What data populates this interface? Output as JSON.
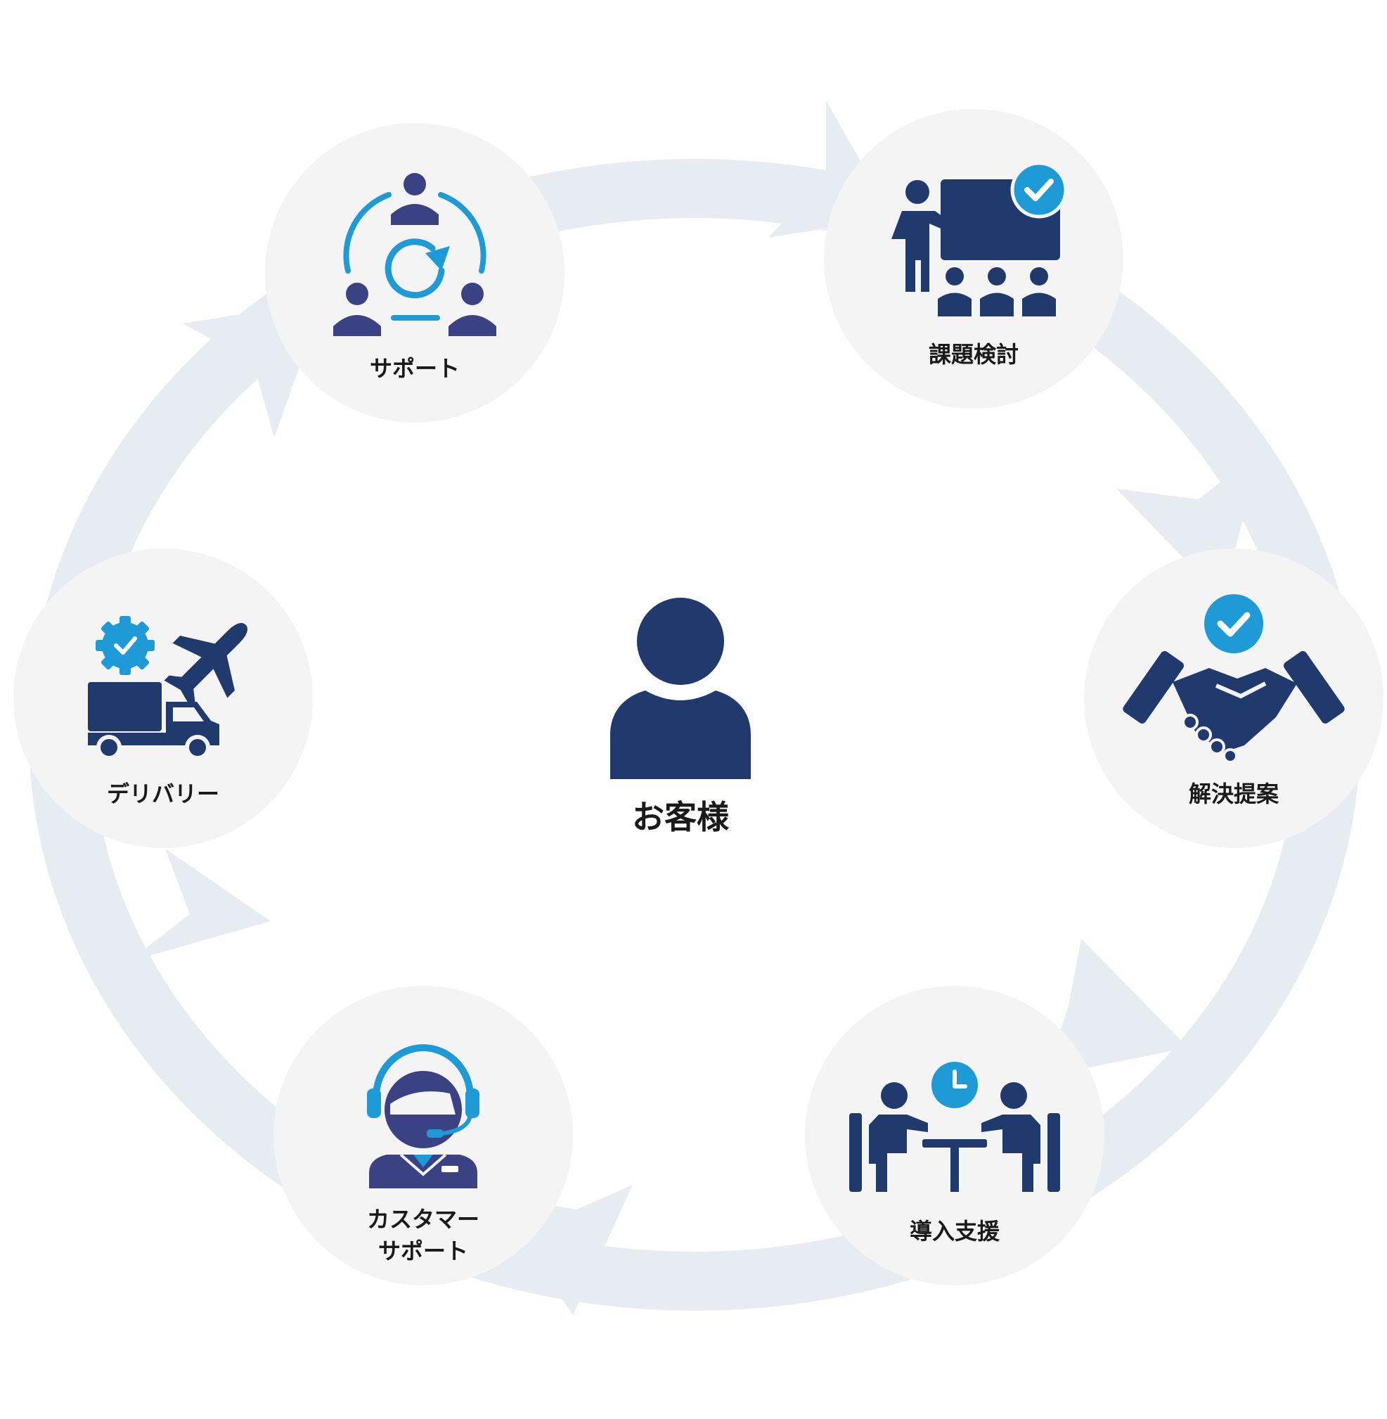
{
  "center": {
    "label": "お客様"
  },
  "nodes": [
    {
      "id": "issue-review",
      "label": "課題検討",
      "icon": "presentation-check-icon"
    },
    {
      "id": "solution-proposal",
      "label": "解決提案",
      "icon": "handshake-check-icon"
    },
    {
      "id": "implementation-support",
      "label": "導入支援",
      "icon": "meeting-clock-icon"
    },
    {
      "id": "customer-support",
      "label_lines": [
        "カスタマー",
        "サポート"
      ],
      "icon": "headset-agent-icon"
    },
    {
      "id": "delivery",
      "label": "デリバリー",
      "icon": "truck-plane-gear-icon"
    },
    {
      "id": "support",
      "label": "サポート",
      "icon": "team-cycle-icon"
    }
  ],
  "colors": {
    "navy": "#213a6e",
    "indigo": "#3b4283",
    "sky": "#1e9ad6",
    "circle_bg": "#f4f4f4",
    "arrow": "#e6ecf1"
  }
}
